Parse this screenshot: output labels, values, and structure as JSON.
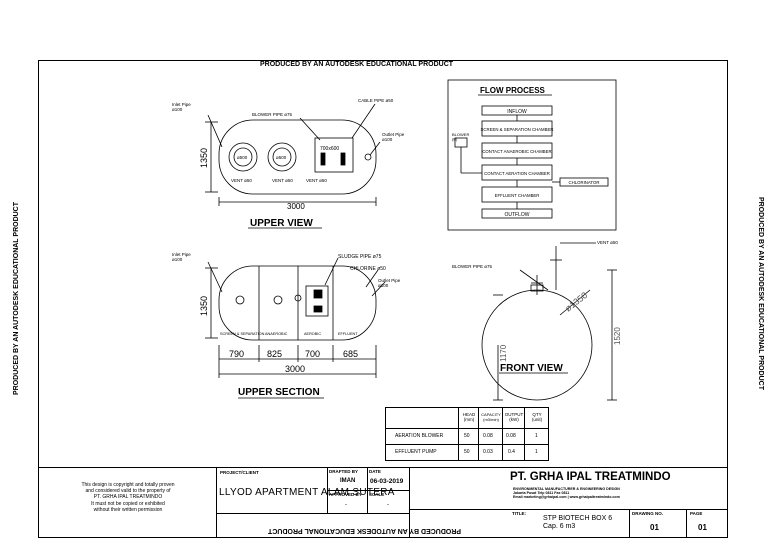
{
  "watermark": "PRODUCED BY AN AUTODESK EDUCATIONAL PRODUCT",
  "upper_view": {
    "title": "UPPER VIEW",
    "labels": {
      "inlet": "Inlet Pipe\nø100",
      "blower_pipe": "BLOWER PIPE ø75",
      "cable_pipe": "CABLE PIPE ø50",
      "outlet": "Outlet Pipe\nø100",
      "manhole1": "ø500",
      "manhole2": "ø500",
      "hatch": "700x600",
      "vent1": "VENT ø50",
      "vent2": "VENT ø50",
      "vent3": "VENT ø50",
      "height": "1350",
      "length": "3000"
    }
  },
  "upper_section": {
    "title": "UPPER SECTION",
    "labels": {
      "inlet": "Inlet Pipe\nø100",
      "sludge_pipe": "SLUDGE PIPE ø75",
      "chlorine": "CHLORINE ø50",
      "outlet": "Outlet Pipe\nø100",
      "height": "1350",
      "chambers": [
        "SCREEN & SEPARATION",
        "ANAEROBIC",
        "AEROBIC",
        "EFFLUENT"
      ],
      "dims": [
        "790",
        "825",
        "700",
        "685"
      ],
      "total": "3000"
    }
  },
  "front_view": {
    "title": "FRONT VIEW",
    "labels": {
      "vent": "VENT ø50",
      "blower_pipe": "BLOWER PIPE ø75",
      "diameter": "ø1350",
      "h1": "1170",
      "h2": "1520"
    }
  },
  "flow_process": {
    "title": "FLOW PROCESS",
    "steps": [
      "INFLOW",
      "SCREEN & SEPARATION CHAMBER",
      "CONTACT ANAEROBIC CHAMBER",
      "CONTACT AERATION CHAMBER",
      "EFFLUENT CHAMBER",
      "OUTFLOW"
    ],
    "blower": "BLOWER\n(B)",
    "chlorinator": "CHLORINATOR"
  },
  "equipment_table": {
    "headers": [
      "HEAD\n(mm)",
      "CAPACITY\n(m3/min)",
      "OUTPUT\n(kW)",
      "QTY\n(unit)"
    ],
    "rows": [
      {
        "name": "AERATION BLOWER",
        "values": [
          "50",
          "0.08",
          "0.08",
          "1"
        ]
      },
      {
        "name": "EFFLUENT PUMP",
        "values": [
          "50",
          "0.03",
          "0.4",
          "1"
        ]
      }
    ]
  },
  "title_block": {
    "copyright": "This design is copyright and totally proven\nand considered valid to the property of\nPT. GRHA IPAL TREATMINDO\nIt must not be copied or exhibited\nwithout their written permission",
    "project_label": "PROJECT/CLIENT",
    "project": "LLYOD APARTMENT ALAM SUTERA",
    "drafted_label": "DRAFTED BY",
    "drafted": "IMAN",
    "date_label": "DATE",
    "date": "06-03-2019",
    "approved_label": "APPROVED BY",
    "approved": "-",
    "scale_label": "SCALE",
    "scale": "-",
    "company": "PT. GRHA IPAL TREATMINDO",
    "company_sub": "ENVIRONMENTAL MANUFACTURER & ENGINEERING DESIGN\nJakarta Pusat Telp 0811 Fax 0811\nEmail marketing@grhaipal.com | www.grhaipaltreatmindo.com",
    "title_label": "TITLE:",
    "title": "STP BIOTECH BOX 6\nCap. 6 m3",
    "drawing_label": "DRAWING NO.",
    "drawing_no": "01",
    "page_label": "PAGE",
    "page": "01"
  }
}
